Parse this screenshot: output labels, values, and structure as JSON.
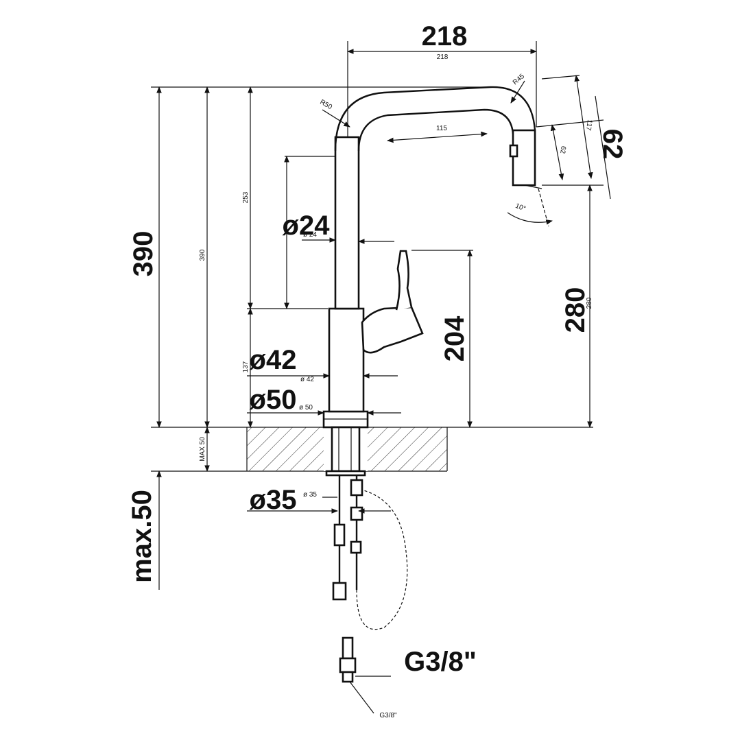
{
  "dimensions": {
    "width_total_big": "218",
    "width_total_small": "218",
    "height_total_big": "390",
    "height_total_small": "390",
    "spout_height_big": "280",
    "spout_height_small": "280",
    "handle_height_big": "204",
    "upper_pipe_small": "253",
    "lower_body_small": "137",
    "spout_depth_big": "62",
    "spout_depth_small_a": "117",
    "spout_depth_small_b": "62",
    "spout_reach_small": "115",
    "radius_r50": "R50",
    "radius_r45": "R45",
    "angle": "10°",
    "diam_24_big": "ø24",
    "diam_24_small": "ø 24",
    "diam_42_big": "ø42",
    "diam_42_small": "ø 42",
    "diam_50_big": "ø50",
    "diam_50_small": "ø 50",
    "diam_35_big": "ø35",
    "diam_35_small": "ø 35",
    "max_thickness_big": "max.50",
    "max_thickness_small": "MAX 50",
    "thread_big": "G3/8\"",
    "thread_small": "G3/8\""
  }
}
